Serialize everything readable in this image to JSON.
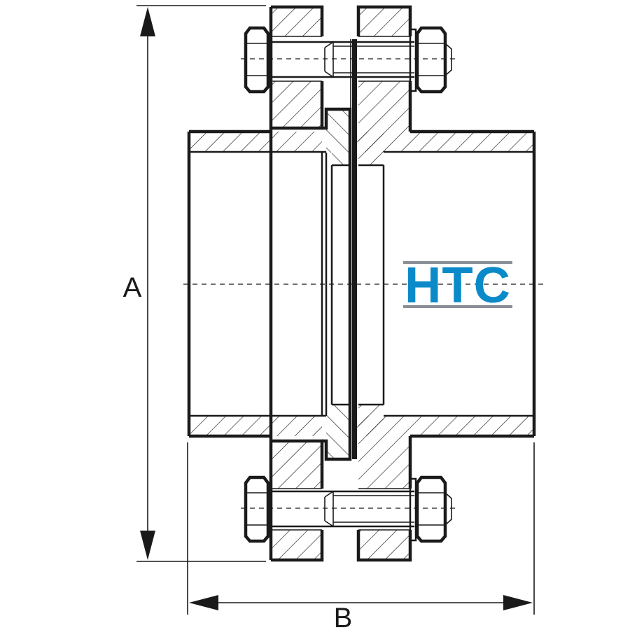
{
  "dimensions": {
    "height_label": "A",
    "width_label": "B"
  },
  "logo": {
    "text": "HTC",
    "text_color": "#0a8ac8",
    "bar_color": "#8a8f96"
  },
  "colors": {
    "line": "#1a1a1a",
    "background": "#ffffff"
  }
}
